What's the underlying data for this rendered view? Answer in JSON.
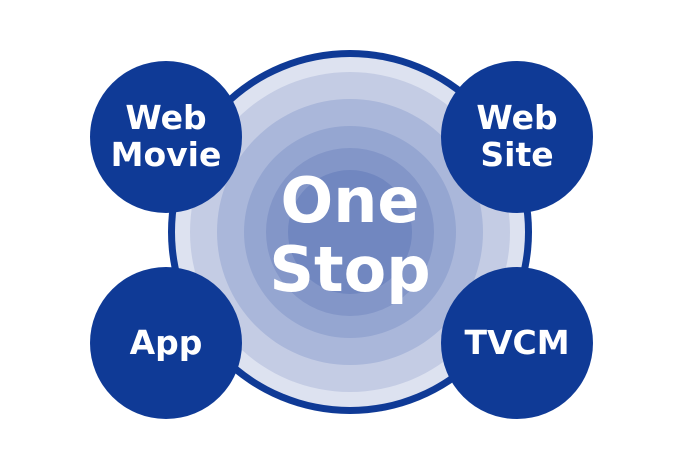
{
  "center": {
    "line1": "One",
    "line2": "Stop"
  },
  "nodes": [
    {
      "line1": "Web",
      "line2": "Movie"
    },
    {
      "line1": "Web",
      "line2": "Site"
    },
    {
      "line1": "App"
    },
    {
      "line1": "TVCM"
    }
  ],
  "colors": {
    "dark_blue": "#0f3a96",
    "rings": [
      "#dde2f0",
      "#c4cce4",
      "#aab7da",
      "#95a6d1",
      "#8396c8",
      "#7187c0"
    ]
  }
}
